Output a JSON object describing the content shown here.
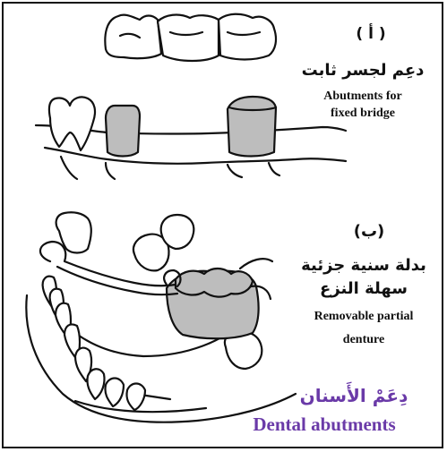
{
  "panel_a": {
    "marker": "( أ )",
    "arabic_label": "دعِم لجسر ثابت",
    "english_label_line1": "Abutments for",
    "english_label_line2": "fixed bridge"
  },
  "panel_b": {
    "marker": "(ب)",
    "arabic_label_line1": "بدلة سنية جزئية",
    "arabic_label_line2": "سهلة النزع",
    "english_label_line1": "Removable partial",
    "english_label_line2": "denture"
  },
  "caption": {
    "arabic": "دِعَمْ الأَسنان",
    "english": "Dental abutments",
    "color": "#6a3aa8"
  },
  "colors": {
    "abutment_fill": "#bdbdbd",
    "outline": "#111111"
  }
}
